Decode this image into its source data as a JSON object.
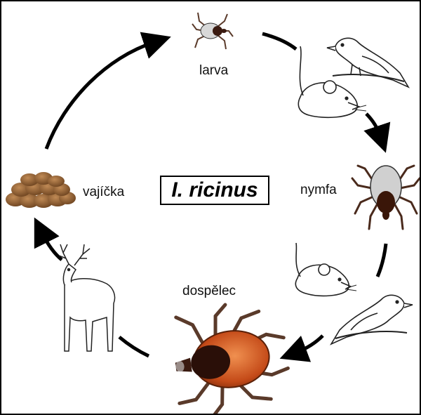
{
  "title": "I. ricinus",
  "stages": {
    "larva": "larva",
    "nymph": "nymfa",
    "adult": "dospělec",
    "eggs": "vajíčka"
  },
  "hosts": {
    "larva_to_nymph": [
      "bird-icon",
      "mouse-icon"
    ],
    "nymph_to_adult": [
      "mouse-icon",
      "bird-icon"
    ],
    "adult_to_eggs": [
      "deer-icon"
    ]
  },
  "colors": {
    "tick_adult_shield": "#2a0f08",
    "tick_adult_body": "#c84a1c",
    "tick_nymph_body": "#cfcfcf",
    "eggs": "#8a5a2b",
    "arrows": "#000000"
  }
}
